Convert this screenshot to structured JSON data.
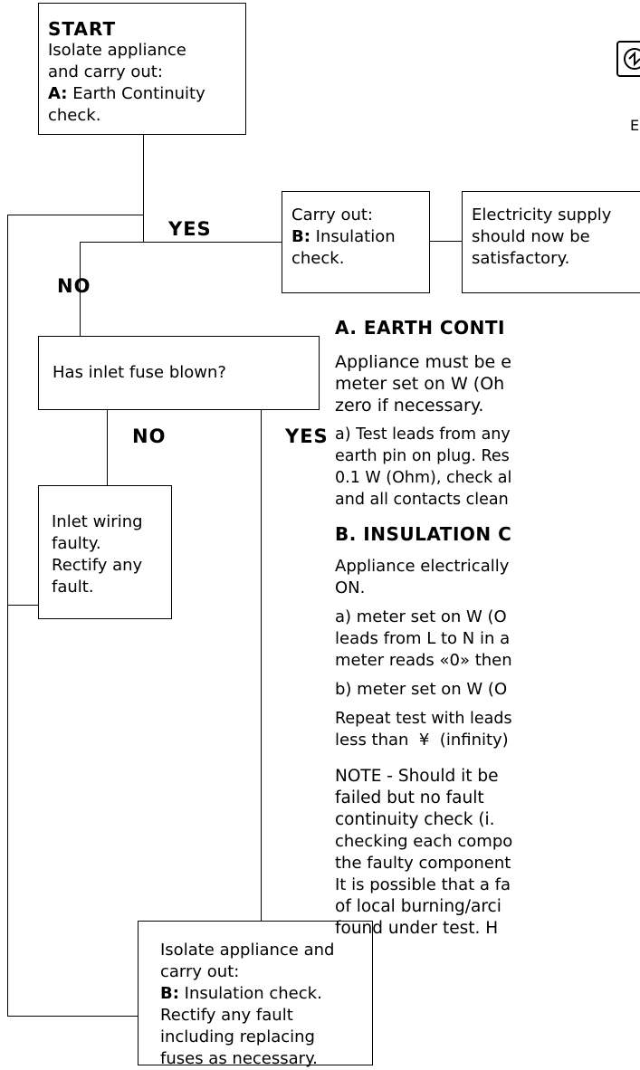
{
  "flowchart": {
    "start": {
      "title": "START",
      "line1": "Isolate appliance",
      "line2": "and carry out:",
      "step_key": "A:",
      "step_text": " Earth Continuity",
      "line4": "check."
    },
    "labels": {
      "yes_main": "YES",
      "no_main": "NO",
      "no_fuse": "NO",
      "yes_fuse": "YES"
    },
    "insulation_box": {
      "line1": "Carry out:",
      "key": "B:",
      "text": " Insulation",
      "line3": "check."
    },
    "supply_box": {
      "line1": "Electricity supply",
      "line2": "should now be",
      "line3": "satisfactory."
    },
    "fuse_box": {
      "text": "Has inlet fuse blown?"
    },
    "inlet_box": {
      "line1": "Inlet wiring",
      "line2": "faulty.",
      "line3": "Rectify any",
      "line4": "fault."
    },
    "isolate_box": {
      "line1": "Isolate appliance and",
      "line2": "carry out:",
      "key": "B:",
      "text": " Insulation check.",
      "line4": "Rectify any fault",
      "line5": "including replacing",
      "line6": "fuses as necessary."
    }
  },
  "header_fragment": {
    "text": "E"
  },
  "section_a": {
    "heading": "A. EARTH CONTI",
    "p1": [
      "Appliance must be e",
      "meter set on W (Oh",
      "zero if necessary."
    ],
    "p2": [
      "a) Test leads from any",
      "earth pin on plug. Res",
      "0.1 W (Ohm), check al",
      "and all contacts clean"
    ]
  },
  "section_b": {
    "heading": "B. INSULATION C",
    "p1": [
      "Appliance electrically",
      "ON."
    ],
    "p2": [
      "a) meter set on W (O",
      "leads from L to N in a",
      "meter reads «0» then"
    ],
    "p3": "b) meter set on W (O",
    "p4": [
      "Repeat test with leads",
      "less than  ¥  (infinity)"
    ],
    "note": [
      "NOTE - Should it be",
      "failed but no fault",
      "continuity check (i.",
      "checking each compo",
      "the faulty component",
      "It is possible that a fa",
      "of local burning/arci",
      "found under test. H"
    ]
  }
}
